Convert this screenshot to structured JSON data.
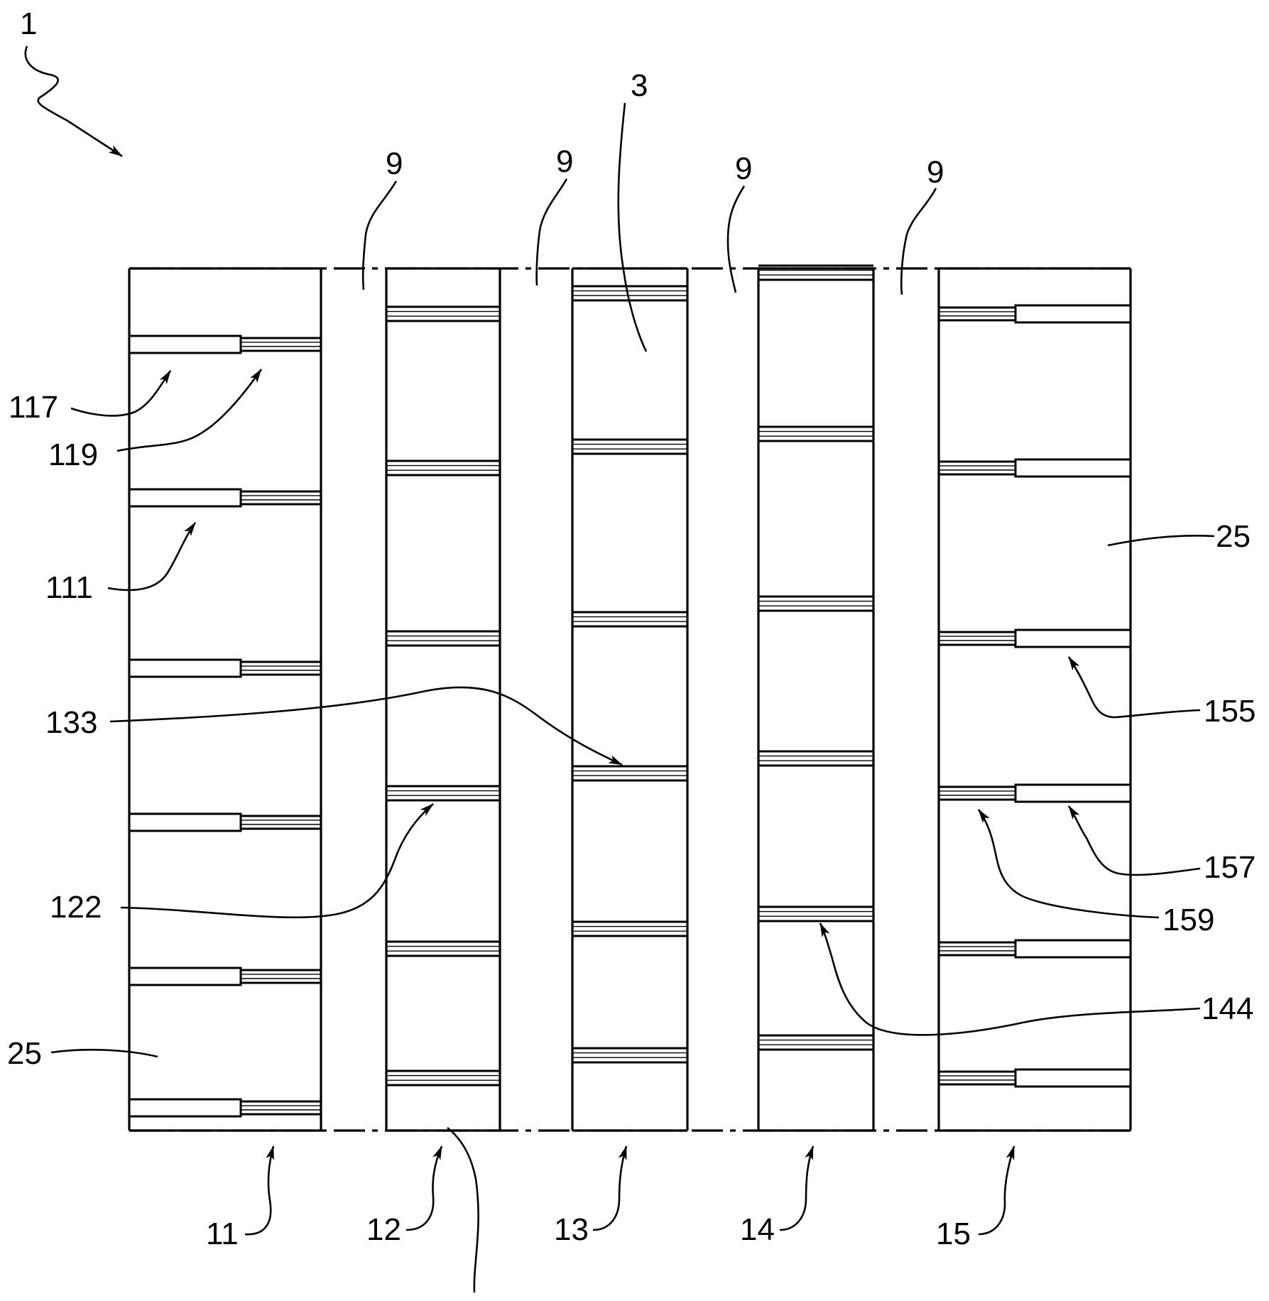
{
  "labels": {
    "device": "1",
    "center": "3",
    "gap1": "9",
    "gap2": "9",
    "gap3": "9",
    "gap4": "9",
    "l117": "117",
    "l119": "119",
    "l111": "111",
    "l133": "133",
    "l122": "122",
    "l25_left": "25",
    "l25_right": "25",
    "l25_bottom": "25",
    "l155": "155",
    "l157": "157",
    "l159": "159",
    "l144": "144",
    "c11": "11",
    "c12": "12",
    "c13": "13",
    "c14": "14",
    "c15": "15"
  },
  "colors": {
    "ink": "#000000",
    "paper": "#ffffff"
  }
}
